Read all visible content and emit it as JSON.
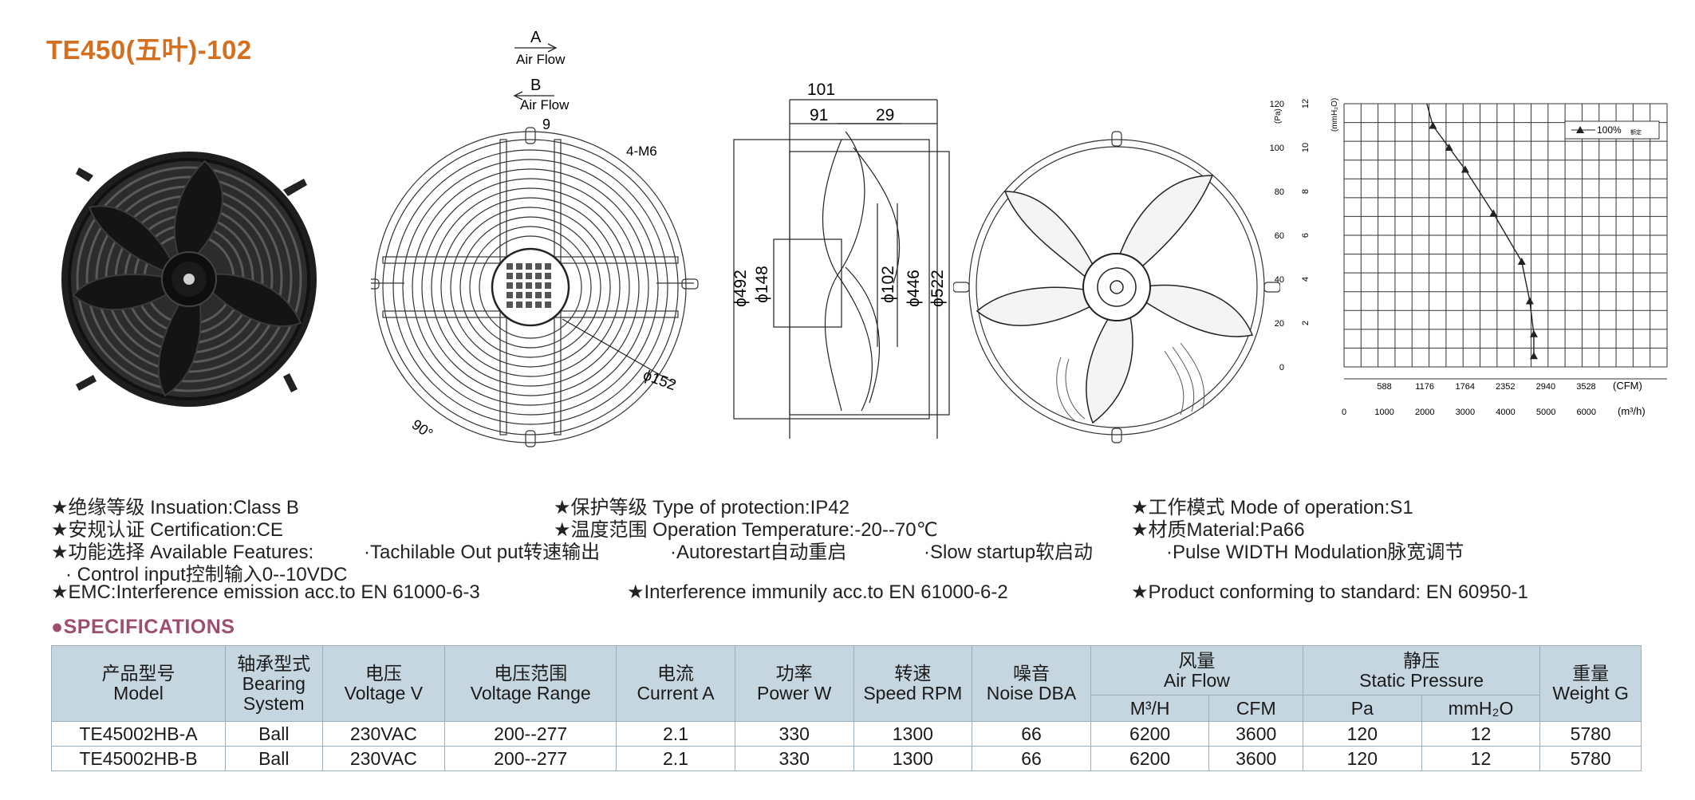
{
  "title": "TE450(五叶)-102",
  "drawing": {
    "airflow_a_letter": "A",
    "airflow_a_text": "Air Flow",
    "airflow_b_letter": "B",
    "airflow_b_text": "Air Flow",
    "dim_9": "9",
    "dim_4m6": "4-M6",
    "dim_152": "ϕ152",
    "dim_90": "90°",
    "dim_101": "101",
    "dim_91": "91",
    "dim_29": "29",
    "dim_492": "ϕ492",
    "dim_148": "ϕ148",
    "dim_102": "ϕ102",
    "dim_446": "ϕ446",
    "dim_522": "ϕ522"
  },
  "chart_data": {
    "type": "line",
    "series": [
      {
        "name": "100%",
        "x": [
          2200,
          2600,
          3000,
          3700,
          4400,
          4600,
          4700,
          4700
        ],
        "y": [
          11,
          10,
          9,
          7,
          4.8,
          3,
          1.5,
          0.5
        ]
      }
    ],
    "legend_label": "100%",
    "legend_suffix": "额定",
    "y_left_unit": "(Pa)",
    "y_right_unit": "(mmH₂O)",
    "y_pa_ticks": [
      "120",
      "100",
      "80",
      "60",
      "40",
      "20",
      "0"
    ],
    "y_mm_ticks": [
      "12",
      "10",
      "8",
      "6",
      "4",
      "2"
    ],
    "x_cfm_ticks": [
      "588",
      "1176",
      "1764",
      "2352",
      "2940",
      "3528"
    ],
    "x_cfm_unit": "(CFM)",
    "x_m3h_ticks": [
      "0",
      "1000",
      "2000",
      "3000",
      "4000",
      "5000",
      "6000"
    ],
    "x_m3h_unit": "(m³/h)",
    "xlim": [
      0,
      8000
    ],
    "ylim": [
      0,
      12
    ],
    "grid": true,
    "legend_position": "top-right"
  },
  "features": {
    "insulation": "★绝缘等级 Insuation:Class B",
    "protection": "★保护等级 Type of protection:IP42",
    "mode": "★工作模式 Mode of operation:S1",
    "certification": "★安规认证 Certification:CE",
    "temperature": "★温度范围 Operation Temperature:-20--70℃",
    "material": "★材质Material:Pa66",
    "available_label": "★功能选择 Available Features:",
    "tach": "·Tachilable Out put转速输出",
    "autorestart": "·Autorestart自动重启",
    "slow_startup": "·Slow startup软启动",
    "pwm": "·Pulse WIDTH Modulation脉宽调节",
    "control_input": "· Control input控制输入0--10VDC",
    "emc": "★EMC:Interference emission acc.to EN 61000-6-3",
    "immunity": "★Interference immunily acc.to EN 61000-6-2",
    "standard": "★Product conforming to standard: EN 60950-1"
  },
  "specs": {
    "heading": "●SPECIFICATIONS",
    "headers": [
      {
        "cn": "产品型号",
        "en": "Model"
      },
      {
        "cn": "轴承型式",
        "en": "Bearing",
        "en2": "System"
      },
      {
        "cn": "电压",
        "en": "Voltage V"
      },
      {
        "cn": "电压范围",
        "en": "Voltage Range"
      },
      {
        "cn": "电流",
        "en": "Current A"
      },
      {
        "cn": "功率",
        "en": "Power W"
      },
      {
        "cn": "转速",
        "en": "Speed RPM"
      },
      {
        "cn": "噪音",
        "en": "Noise DBA"
      },
      {
        "cn": "风量",
        "en": "Air Flow"
      },
      {
        "cn": "静压",
        "en": "Static Pressure"
      },
      {
        "cn": "重量",
        "en": "Weight G"
      }
    ],
    "sub_headers": [
      "M³/H",
      "CFM",
      "Pa",
      "mmH₂O"
    ],
    "rows": [
      [
        "TE45002HB-A",
        "Ball",
        "230VAC",
        "200--277",
        "2.1",
        "330",
        "1300",
        "66",
        "6200",
        "3600",
        "120",
        "12",
        "5780"
      ],
      [
        "TE45002HB-B",
        "Ball",
        "230VAC",
        "200--277",
        "2.1",
        "330",
        "1300",
        "66",
        "6200",
        "3600",
        "120",
        "12",
        "5780"
      ]
    ]
  }
}
